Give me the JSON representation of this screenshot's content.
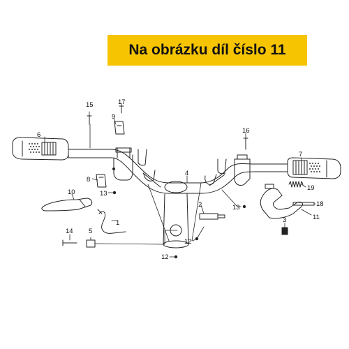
{
  "banner": {
    "text": "Na obrázku díl číslo 11"
  },
  "colors": {
    "banner": "#f6c400",
    "line": "#222222",
    "grip_dot": "#333333"
  },
  "callouts": {
    "p1": "1",
    "p2": "2",
    "p3": "3",
    "p4": "4",
    "p5": "5",
    "p6": "6",
    "p7": "7",
    "p8": "8",
    "p9": "9",
    "p10": "10",
    "p11": "11",
    "p12a": "12",
    "p12b": "12",
    "p13a": "13",
    "p13b": "13",
    "p14": "14",
    "p15": "15",
    "p16": "16",
    "p17": "17",
    "p18": "18",
    "p19": "19"
  }
}
